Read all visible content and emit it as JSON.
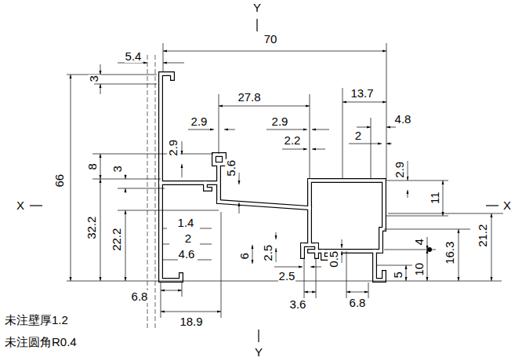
{
  "diagram": {
    "labels": [
      "Y",
      "70",
      "5.4",
      "3",
      "66",
      "27.8",
      "13.7",
      "2.9",
      "2.9",
      "4.8",
      "2.2",
      "2",
      "2.9",
      "8",
      "3",
      "5.6",
      "2.9",
      "11",
      "X",
      "X",
      "32.2",
      "22.2",
      "1.4",
      "2",
      "4.6",
      "2.5",
      "4",
      "16.3",
      "21.2",
      "10",
      "5",
      "6",
      "2.5",
      "0.5",
      "6.8",
      "3.6",
      "6.8",
      "18.9",
      "未注壁厚1.2",
      "未注圆角R0.4",
      "Y"
    ]
  }
}
